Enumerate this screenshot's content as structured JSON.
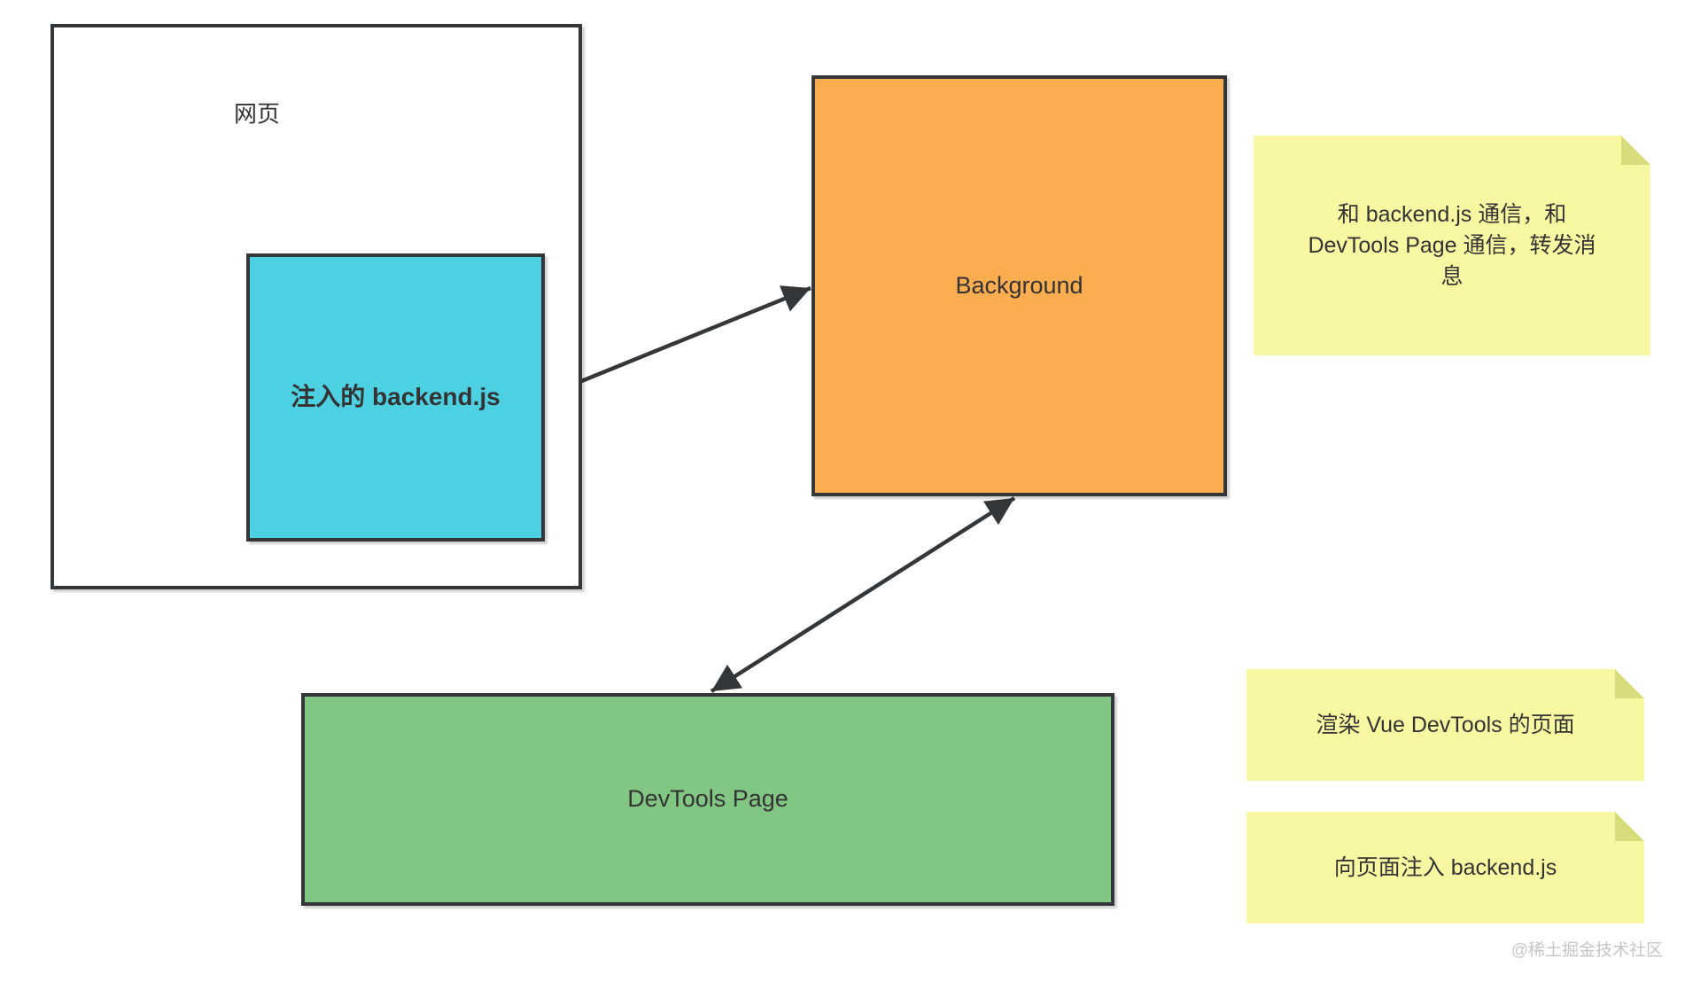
{
  "colors": {
    "canvas-bg": "#ffffff",
    "line": "#33373a",
    "text": "#333333",
    "cyan": "#4dd0e2",
    "orange": "#fbad4f",
    "green": "#81c683",
    "note-bg": "#f8f8a2",
    "note-fold": "#d9dc7c",
    "watermark": "#c6c6c6"
  },
  "boxes": {
    "webpage": {
      "label": "网页"
    },
    "injected_backend": {
      "label": "注入的 backend.js"
    },
    "background": {
      "label": "Background"
    },
    "devtools_page": {
      "label": "DevTools Page"
    }
  },
  "notes": {
    "background_note": {
      "text": "和 backend.js 通信，和\nDevTools Page 通信，转发消\n息"
    },
    "devtools_note": {
      "text": "渲染 Vue DevTools 的页面"
    },
    "inject_note": {
      "text": "向页面注入 backend.js"
    }
  },
  "watermark": {
    "text": "@稀土掘金技术社区"
  }
}
